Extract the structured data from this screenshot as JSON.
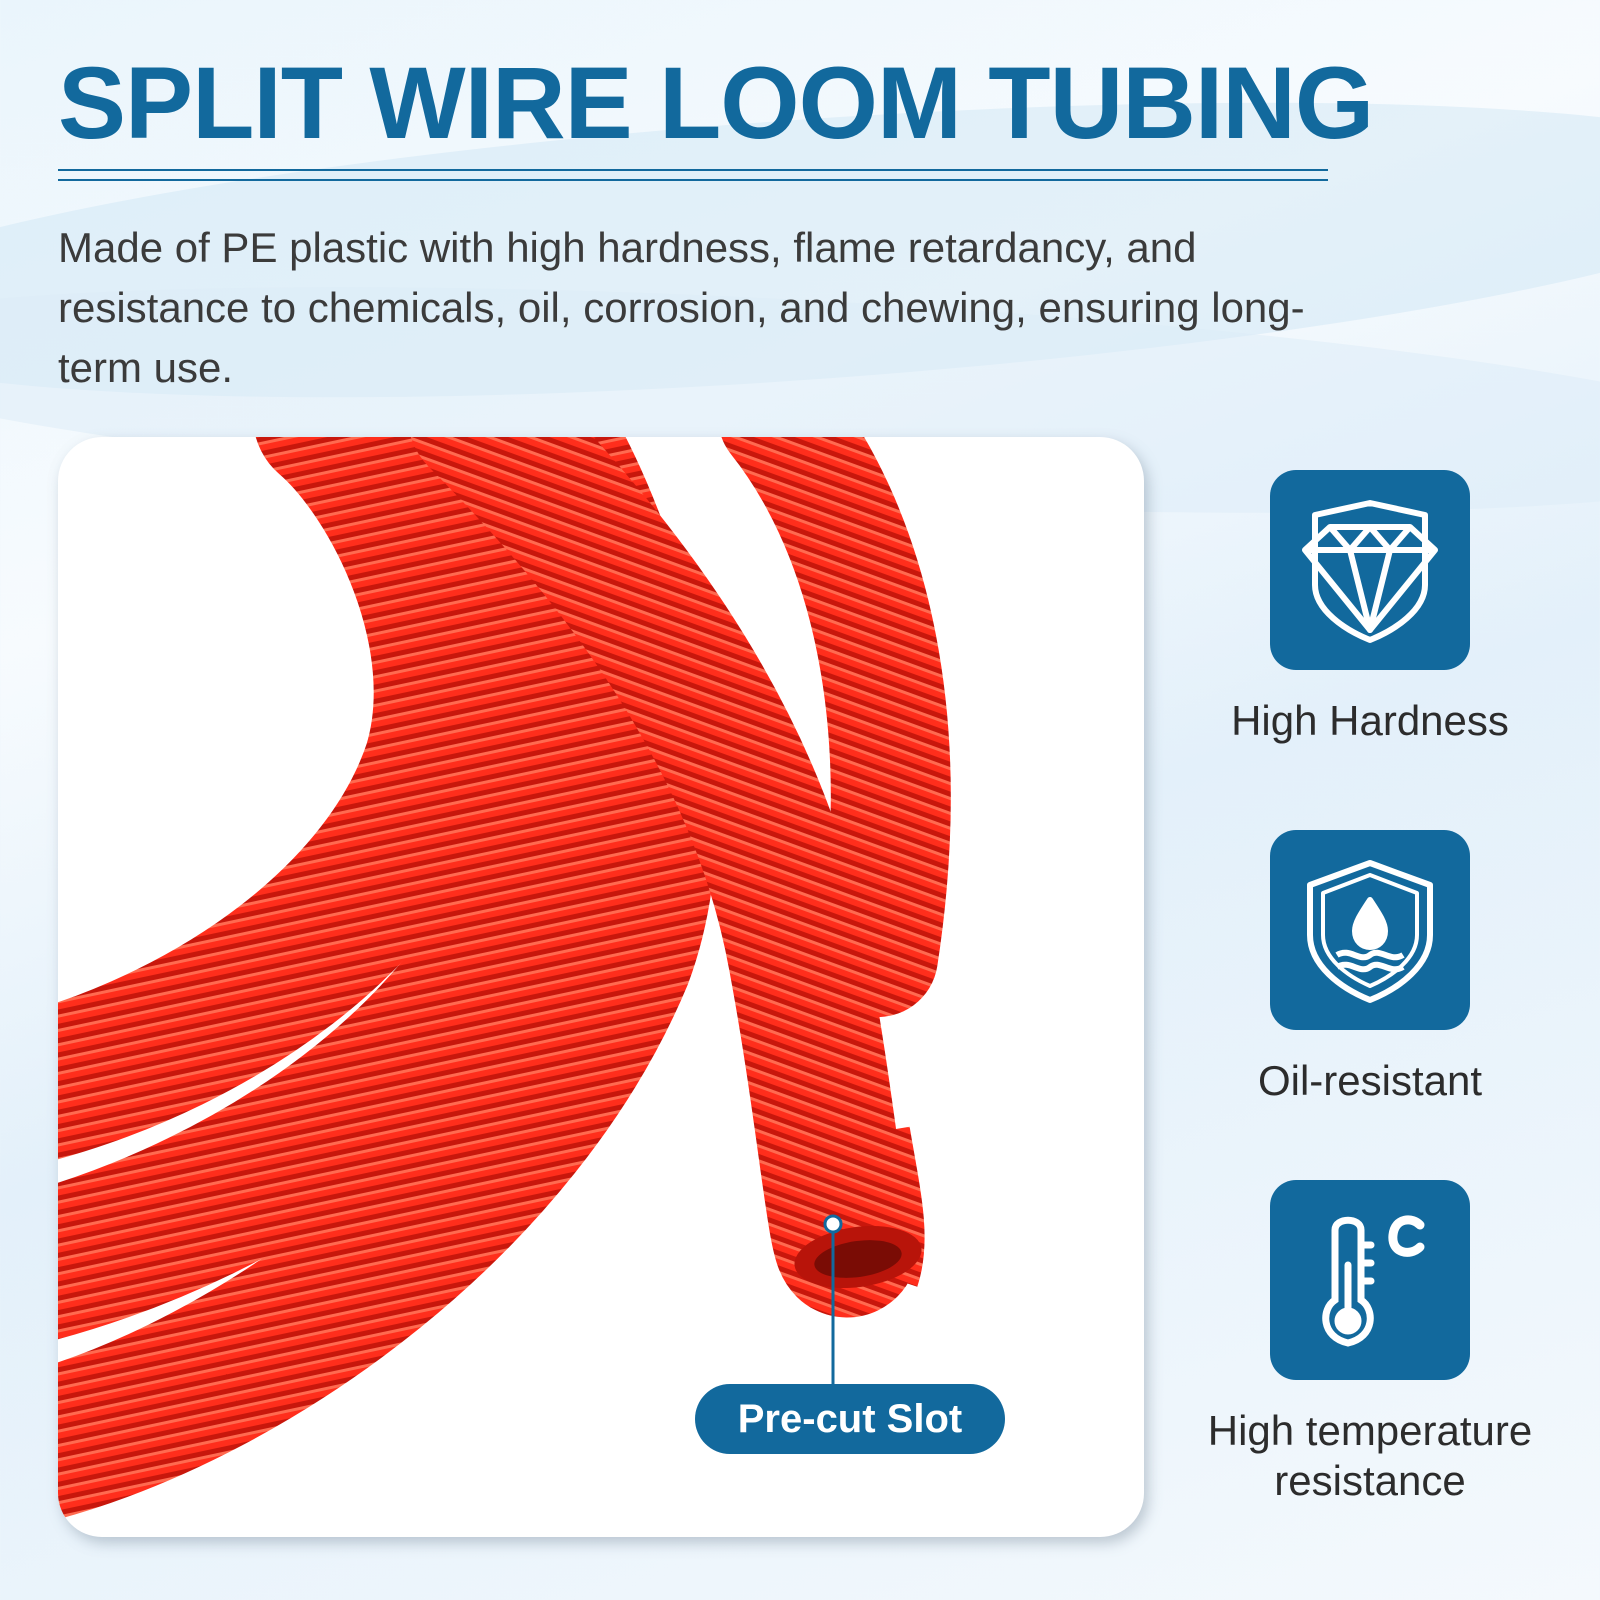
{
  "header": {
    "title": "SPLIT WIRE LOOM TUBING",
    "description": "Made of PE plastic with high hardness, flame retardancy, and resistance to chemicals, oil, corrosion, and chewing, ensuring long-term use."
  },
  "photo": {
    "callout_label": "Pre-cut Slot"
  },
  "features": [
    {
      "label": "High Hardness",
      "icon": "diamond-shield-icon"
    },
    {
      "label": "Oil-resistant",
      "icon": "oil-drop-shield-icon"
    },
    {
      "label": "High temperature resistance",
      "icon": "thermometer-celsius-icon"
    }
  ],
  "colors": {
    "brand_blue": "#12699d",
    "tube_red": "#ff2a1a",
    "text_gray": "#3b3b3b"
  }
}
